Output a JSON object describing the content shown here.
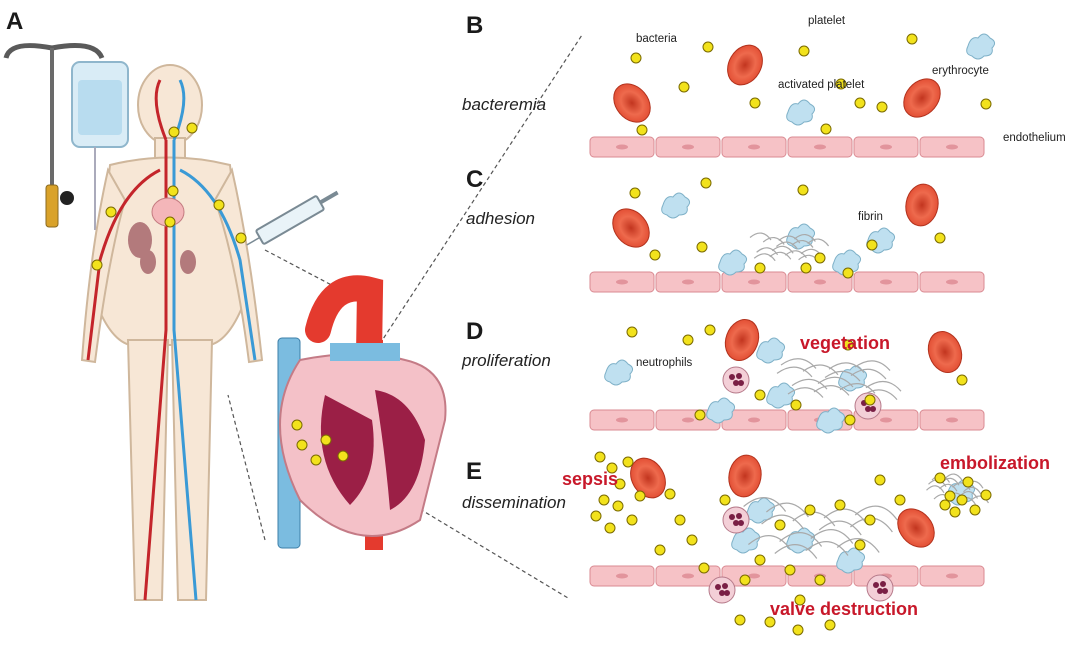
{
  "panels": {
    "a": {
      "letter": "A"
    },
    "b": {
      "letter": "B",
      "stage": "bacteremia"
    },
    "c": {
      "letter": "C",
      "stage": "adhesion"
    },
    "d": {
      "letter": "D",
      "stage": "proliferation"
    },
    "e": {
      "letter": "E",
      "stage": "dissemination"
    }
  },
  "labels": {
    "bacteria": "bacteria",
    "platelet": "platelet",
    "activated_platelet": "activated platelet",
    "erythrocyte": "erythrocyte",
    "endothelium": "endothelium",
    "fibrin": "fibrin",
    "neutrophils": "neutrophils",
    "vegetation": "vegetation",
    "sepsis": "sepsis",
    "embolization": "embolization",
    "valve_destruction": "valve destruction"
  },
  "colors": {
    "bacteria": "#f2e21c",
    "erythrocyte": "#e8553e",
    "platelet": "#bfe0f0",
    "endothelium": "#f6c2c6",
    "artery": "#c4252b",
    "vein": "#3a9ad6",
    "label_red": "#c8182a",
    "heart_muscle": "#9b1f46"
  }
}
